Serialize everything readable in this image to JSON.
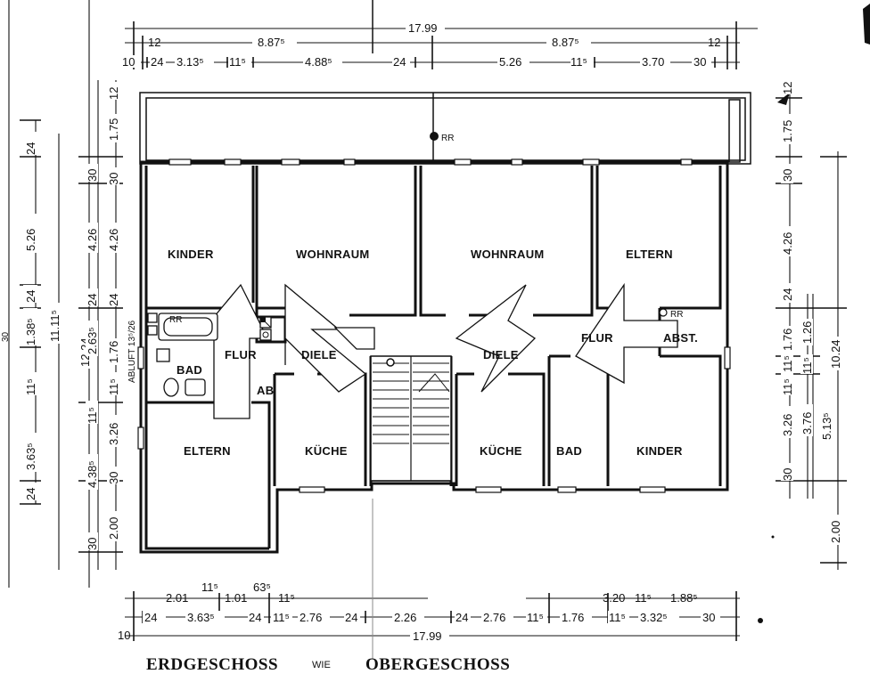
{
  "title": {
    "main_left": "ERDGESCHOSS",
    "connector": "WIE",
    "main_right": "OBERGESCHOSS"
  },
  "rooms": {
    "kinder_left": "KINDER",
    "wohnraum_left": "WOHNRAUM",
    "wohnraum_right": "WOHNRAUM",
    "eltern_right": "ELTERN",
    "flur_left": "FLUR",
    "diele_left": "DIELE",
    "diele_right": "DIELE",
    "flur_right": "FLUR",
    "abst": "ABST.",
    "bad_left": "BAD",
    "ab": "AB",
    "eltern_left": "ELTERN",
    "kueche_left": "KÜCHE",
    "kueche_right": "KÜCHE",
    "bad_right": "BAD",
    "kinder_right": "KINDER"
  },
  "markers": {
    "rr_top": "RR",
    "rr_bath_left": "RR",
    "rr_bath_right": "RR",
    "abluft": "ABLUFT 13⁵/26"
  },
  "dimensions_top": {
    "overall": "17.99",
    "half_left": "8.87⁵",
    "half_right": "8.87⁵",
    "edge_left": "12",
    "edge_right": "12",
    "row": [
      "10",
      "24",
      "3.13⁵",
      "11⁵",
      "4.88⁵",
      "24",
      "5.26",
      "11⁵",
      "3.70",
      "30"
    ]
  },
  "dimensions_bottom": {
    "row1": [
      "2.01",
      "11⁵",
      "1.01",
      "63⁵",
      "11⁵",
      "3.20",
      "11⁵",
      "1.88⁵"
    ],
    "row2": [
      "24",
      "3.63⁵",
      "24",
      "11⁵",
      "2.76",
      "24",
      "2.26",
      "24",
      "2.76",
      "11⁵",
      "1.76",
      "11⁵",
      "3.32⁵",
      "30"
    ],
    "start": "10",
    "overall": "17.99"
  },
  "dimensions_left": {
    "outer": [
      "24",
      "5.26",
      "24",
      "1.38⁵",
      "11⁵",
      "3.63⁵",
      "24"
    ],
    "overall_a": "11.11⁵",
    "marker": "30",
    "middle": [
      "12",
      "1.75",
      "30",
      "4.26",
      "24",
      "2.63⁵",
      "11⁵",
      "3.26",
      "4.38⁵",
      "30",
      "2.00",
      "30"
    ],
    "overall_b": "12.24",
    "inner": [
      "30",
      "4.26",
      "24",
      "1.76",
      "11⁵"
    ]
  },
  "dimensions_right": {
    "outer": [
      "12",
      "1.75",
      "30",
      "4.26",
      "24",
      "11⁵",
      "3.26",
      "30",
      "2.00"
    ],
    "inner": [
      "1.76",
      "11⁵",
      "3.76",
      "1.26",
      "11⁵",
      "5.13⁵"
    ],
    "overall": "10.24"
  }
}
